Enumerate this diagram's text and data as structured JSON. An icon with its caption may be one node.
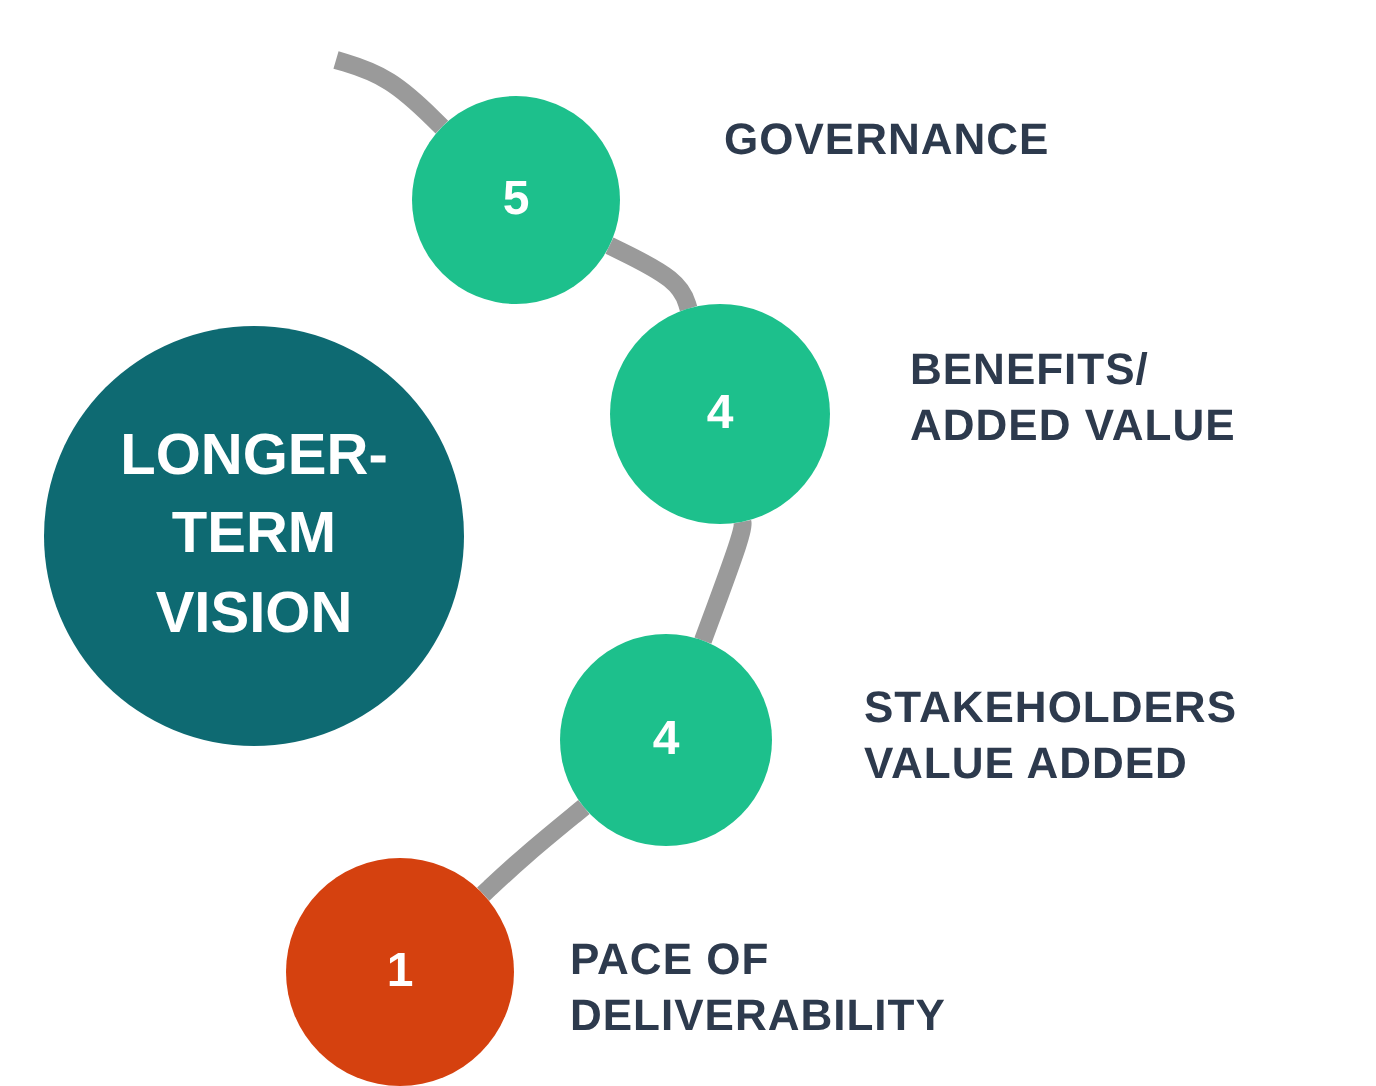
{
  "diagram": {
    "nodes": [
      {
        "text": [
          "LONGER- TERM VISION"
        ]
      },
      {
        "text": [
          "5"
        ],
        "beside": [
          "GOVERNANCE"
        ]
      },
      {
        "text": [
          "4"
        ],
        "beside": [
          "BENEFITS/ ADDED VALUE"
        ]
      },
      {
        "text": [
          "4"
        ],
        "beside": [
          "STAKEHOLDERS VALUE ADDED"
        ]
      },
      {
        "text": [
          "1"
        ],
        "beside": [
          "PACE OF DELIVERABILITY"
        ]
      }
    ],
    "edges": [
      {
        "from": null,
        "to": 1,
        "arrow": "none"
      },
      {
        "from": 1,
        "to": 2,
        "arrow": "none"
      },
      {
        "from": 2,
        "to": 3,
        "arrow": "none"
      },
      {
        "from": 3,
        "to": 4,
        "arrow": "none"
      }
    ]
  }
}
